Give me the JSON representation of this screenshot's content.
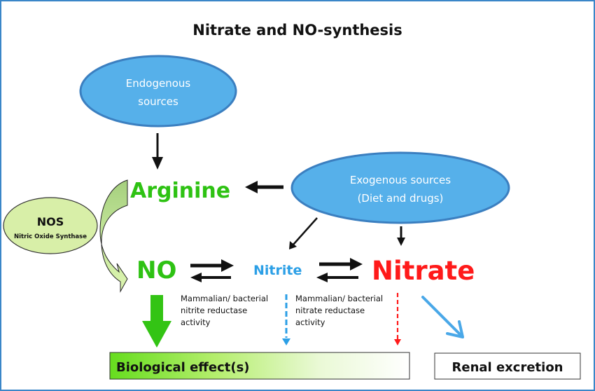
{
  "title": "Nitrate and NO-synthesis",
  "nodes": {
    "endogenous": {
      "line1": "Endogenous",
      "line2": "sources"
    },
    "exogenous": {
      "line1": "Exogenous sources",
      "line2": "(Diet and drugs)"
    },
    "nos": {
      "abbr": "NOS",
      "full": "Nitric Oxide Synthase"
    },
    "arginine": "Arginine",
    "no": "NO",
    "nitrite": "Nitrite",
    "nitrate": "Nitrate",
    "biological_effects": "Biological effect(s)",
    "renal_excretion": "Renal excretion"
  },
  "annotations": {
    "nitrite_reductase": [
      "Mammalian/ bacterial",
      "nitrite reductase",
      "activity"
    ],
    "nitrate_reductase": [
      "Mammalian/ bacterial",
      "nitrate reductase",
      "activity"
    ]
  },
  "colors": {
    "frame": "#3a86c8",
    "source_fill": "#56b0ea",
    "source_stroke": "#3b7fc0",
    "nos_fill": "#d8efa8",
    "green_text": "#2ec213",
    "nitrite_blue": "#2b9fe6",
    "nitrate_red": "#ff1a1a",
    "big_arrow_green": "#33c414"
  }
}
